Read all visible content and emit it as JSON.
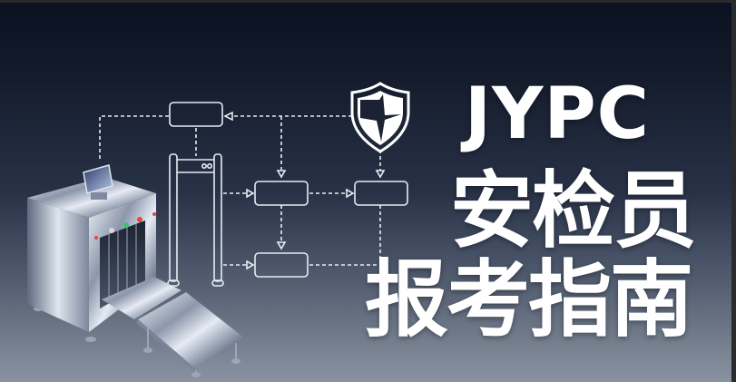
{
  "banner": {
    "title_line1": "JYPC",
    "title_line2": "安检员",
    "title_line3": "报考指南"
  },
  "illustration": {
    "icons": [
      "xray-scanner-icon",
      "metal-detector-gate-icon",
      "shield-icon",
      "flowchart-diagram"
    ],
    "flowchart_boxes": 4,
    "scanner_indicator_colors": [
      "#e04a3a",
      "#3ac46a",
      "#d9d9d9"
    ]
  },
  "colors": {
    "background_top": "#0b1120",
    "background_bottom": "#8a93a0",
    "title_text": "#ffffff",
    "diagram_stroke": "#e8ecf2"
  }
}
